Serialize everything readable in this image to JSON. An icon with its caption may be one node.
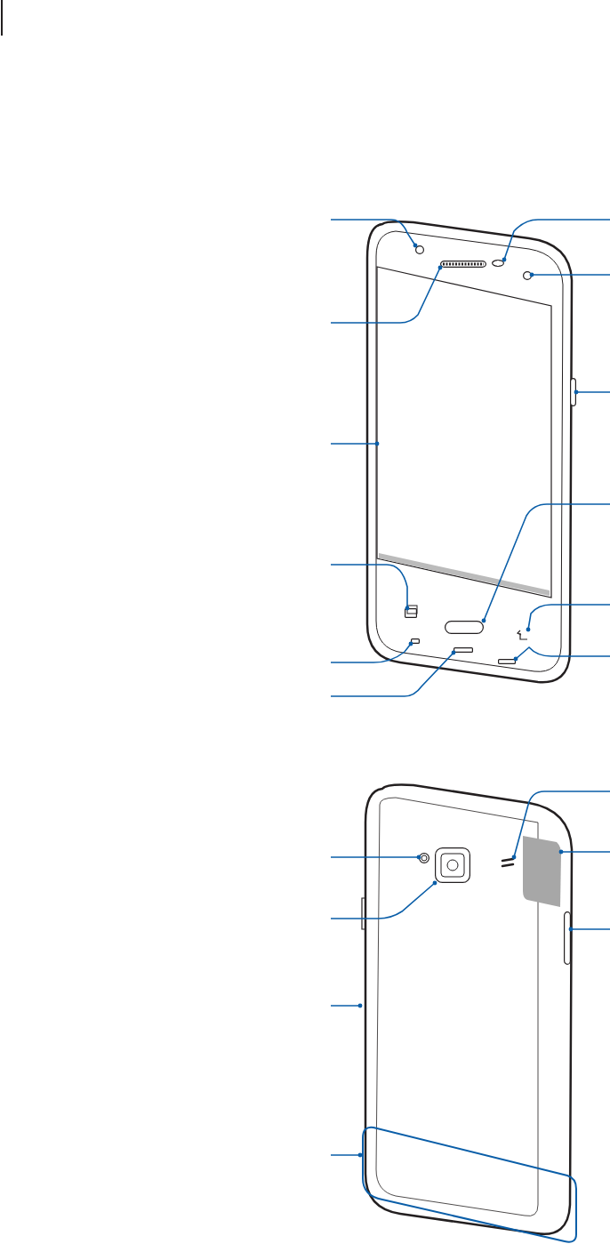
{
  "diagram": {
    "nodes": [
      {
        "text": [],
        "shape": "picture"
      },
      {
        "text": [],
        "shape": "circle",
        "in": 0
      },
      {
        "text": [],
        "shape": "bar",
        "in": 0
      },
      {
        "text": [],
        "shape": "box",
        "in": 0
      },
      {
        "text": [],
        "shape": "box",
        "in": 0
      },
      {
        "text": [],
        "shape": "box",
        "in": 0
      },
      {
        "text": [],
        "shape": "box",
        "in": 0
      },
      {
        "text": [],
        "shape": "circle",
        "in": 0
      },
      {
        "text": [],
        "shape": "circle",
        "in": 0
      },
      {
        "text": [],
        "shape": "bar",
        "in": 0
      },
      {
        "text": [],
        "shape": "box",
        "in": 0
      },
      {
        "text": [],
        "shape": "box",
        "in": 0
      },
      {
        "text": [],
        "shape": "box",
        "in": 0
      },
      {
        "text": [],
        "shape": "picture"
      },
      {
        "text": [],
        "shape": "circle",
        "in": 13
      },
      {
        "text": [],
        "shape": "box",
        "in": 13
      },
      {
        "text": [],
        "shape": "bar",
        "in": 13
      },
      {
        "text": [],
        "shape": "box",
        "in": 13
      },
      {
        "text": [],
        "shape": "bar",
        "in": 13
      },
      {
        "text": [],
        "shape": "box",
        "in": 13
      }
    ],
    "edges": [
      {
        "from": null,
        "to": 1,
        "arrow": "other"
      },
      {
        "from": null,
        "to": 2,
        "arrow": "other"
      },
      {
        "from": null,
        "to": 3,
        "arrow": "other"
      },
      {
        "from": null,
        "to": 4,
        "arrow": "other"
      },
      {
        "from": null,
        "to": 5,
        "arrow": "other"
      },
      {
        "from": null,
        "to": 6,
        "arrow": "other"
      },
      {
        "from": null,
        "to": 7,
        "arrow": "other"
      },
      {
        "from": null,
        "to": 8,
        "arrow": "other"
      },
      {
        "from": null,
        "to": 9,
        "arrow": "other"
      },
      {
        "from": null,
        "to": 10,
        "arrow": "other"
      },
      {
        "from": null,
        "to": 11,
        "arrow": "other"
      },
      {
        "from": null,
        "to": 12,
        "arrow": "other"
      },
      {
        "from": null,
        "to": 14,
        "arrow": "other"
      },
      {
        "from": null,
        "to": 15,
        "arrow": "other"
      },
      {
        "from": null,
        "to": 13,
        "arrow": "other"
      },
      {
        "from": null,
        "to": 19,
        "arrow": "other"
      },
      {
        "from": null,
        "to": 16,
        "arrow": "other"
      },
      {
        "from": null,
        "to": 17,
        "arrow": "other"
      },
      {
        "from": null,
        "to": 18,
        "arrow": "other"
      }
    ]
  }
}
